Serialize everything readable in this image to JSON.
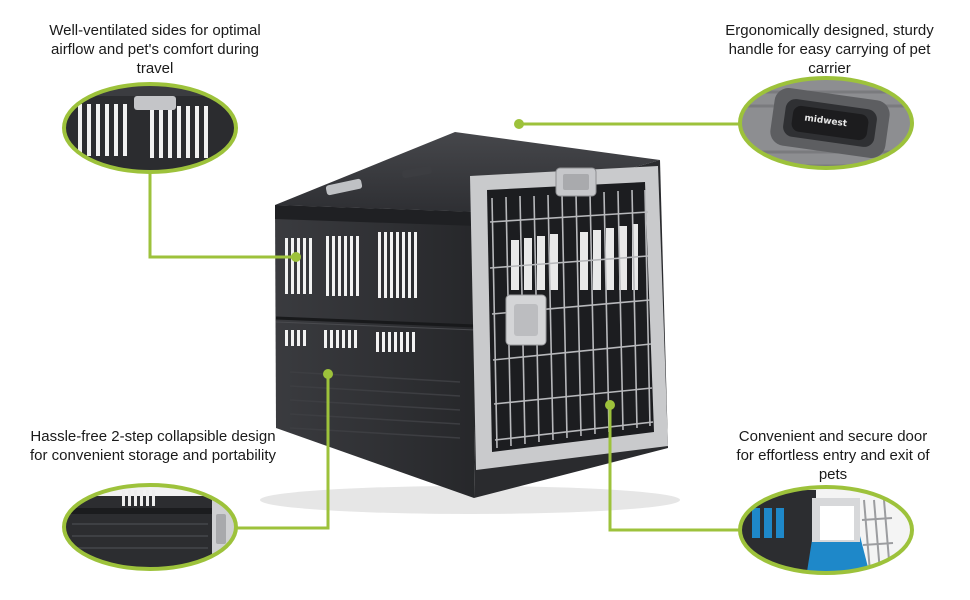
{
  "features": {
    "ventilation": "Well-ventilated sides for optimal airflow and pet's comfort during travel",
    "handle": "Ergonomically designed, sturdy handle for easy carrying of pet carrier",
    "collapsible": "Hassle-free 2-step collapsible design for convenient storage and portability",
    "door": "Convenient and secure door for effortless entry and exit of pets"
  },
  "handle_brand": "midwest",
  "colors": {
    "accent": "#9dc23b",
    "carrier_body": "#2c2d30",
    "door_frame": "#c9cacc",
    "interior_blue": "#1e88c9"
  },
  "icons": [
    "callout-dot-icon",
    "zoom-circle-icon"
  ]
}
